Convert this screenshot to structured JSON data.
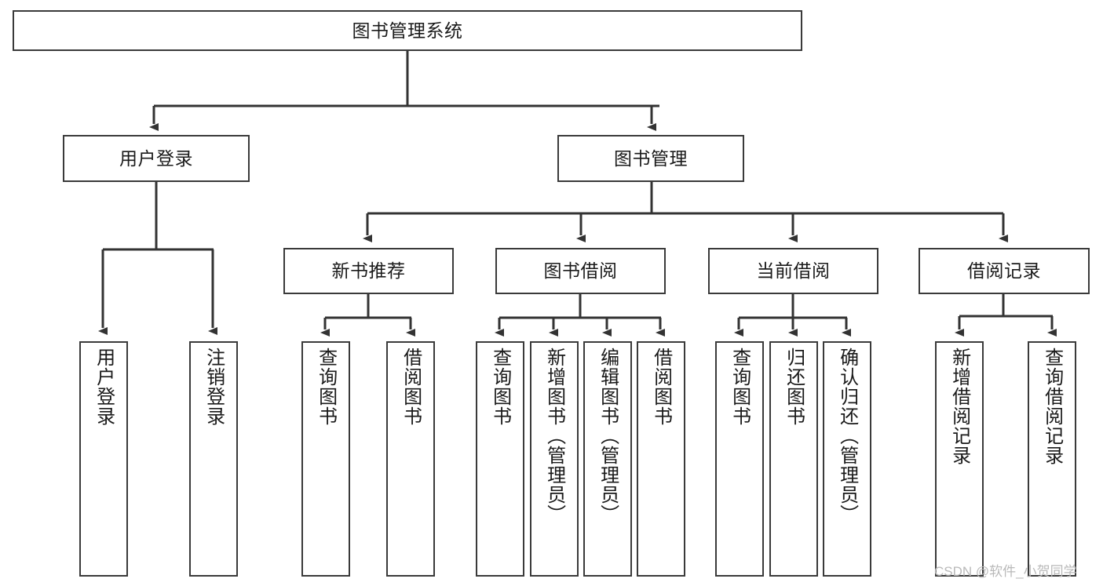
{
  "diagram": {
    "type": "tree",
    "title": "图书管理系统",
    "watermark": "CSDN @软件_小贺同学",
    "colors": {
      "background": "#ffffff",
      "box_border": "#3a3a3a",
      "edge": "#333333",
      "text": "#1a1a1a",
      "watermark": "#b9b9b9"
    },
    "nodes": {
      "root": {
        "label": "图书管理系统"
      },
      "level1": [
        {
          "id": "user-login",
          "label": "用户登录"
        },
        {
          "id": "book-manage",
          "label": "图书管理"
        }
      ],
      "level2": [
        {
          "id": "new-book-rec",
          "label": "新书推荐",
          "parent": "book-manage"
        },
        {
          "id": "book-borrow",
          "label": "图书借阅",
          "parent": "book-manage"
        },
        {
          "id": "current-borrow",
          "label": "当前借阅",
          "parent": "book-manage"
        },
        {
          "id": "borrow-record",
          "label": "借阅记录",
          "parent": "book-manage"
        }
      ],
      "leaves": [
        {
          "id": "leaf-user-login",
          "label": "用户登录",
          "parent": "user-login"
        },
        {
          "id": "leaf-logout",
          "label": "注销登录",
          "parent": "user-login"
        },
        {
          "id": "leaf-query-book-1",
          "label": "查询图书",
          "parent": "new-book-rec"
        },
        {
          "id": "leaf-borrow-book-1",
          "label": "借阅图书",
          "parent": "new-book-rec"
        },
        {
          "id": "leaf-query-book-2",
          "label": "查询图书",
          "parent": "book-borrow"
        },
        {
          "id": "leaf-add-book",
          "label": "新增图书（管理员）",
          "parent": "book-borrow"
        },
        {
          "id": "leaf-edit-book",
          "label": "编辑图书（管理员）",
          "parent": "book-borrow"
        },
        {
          "id": "leaf-borrow-book-2",
          "label": "借阅图书",
          "parent": "book-borrow"
        },
        {
          "id": "leaf-query-book-3",
          "label": "查询图书",
          "parent": "current-borrow"
        },
        {
          "id": "leaf-return-book",
          "label": "归还图书",
          "parent": "current-borrow"
        },
        {
          "id": "leaf-confirm-return",
          "label": "确认归还（管理员）",
          "parent": "current-borrow"
        },
        {
          "id": "leaf-add-record",
          "label": "新增借阅记录",
          "parent": "borrow-record"
        },
        {
          "id": "leaf-query-record",
          "label": "查询借阅记录",
          "parent": "borrow-record"
        }
      ]
    }
  }
}
